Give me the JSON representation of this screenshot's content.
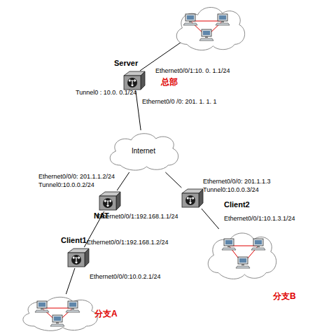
{
  "diagram": {
    "nodes": [
      {
        "text": [
          "Server"
        ]
      },
      {
        "text": [
          "Internet"
        ]
      },
      {
        "text": [
          "NAT"
        ]
      },
      {
        "text": [
          "Client2"
        ]
      },
      {
        "text": [
          "Client1"
        ]
      },
      {
        "text": [
          "分支B"
        ]
      },
      {
        "text": [
          "分支A"
        ]
      }
    ],
    "edges": [
      {
        "from": 0,
        "to": 1,
        "arrow": "none"
      },
      {
        "from": 1,
        "to": 2,
        "arrow": "none"
      },
      {
        "from": 1,
        "to": 3,
        "arrow": "none"
      },
      {
        "from": 2,
        "to": 4,
        "arrow": "none"
      },
      {
        "from": 3,
        "to": 5,
        "arrow": "none"
      },
      {
        "from": 4,
        "to": 6,
        "arrow": "none"
      }
    ],
    "labels": [
      "Ethernet0/0/1:10. 0. 1.1/24",
      "Tunnel0 : 10.0. 0.1/24",
      "Ethernet0/0 /0: 201. 1. 1. 1",
      "总部",
      "Ethernet0/0/0: 201.1.1.2/24",
      "Tunnel0:10.0.0.2/24",
      "Ethernet0/0/0: 201.1.1.3",
      "Tunnel0:10.0.0.3/24",
      "Ethernet0/0/1:192.168.1.1/24",
      "Ethernet0/0/1:10.1.3.1/24",
      "Ethernet0/0/1:192.168.1.2/24",
      "Ethernet0/0/0:10.0.2.1/24"
    ]
  }
}
